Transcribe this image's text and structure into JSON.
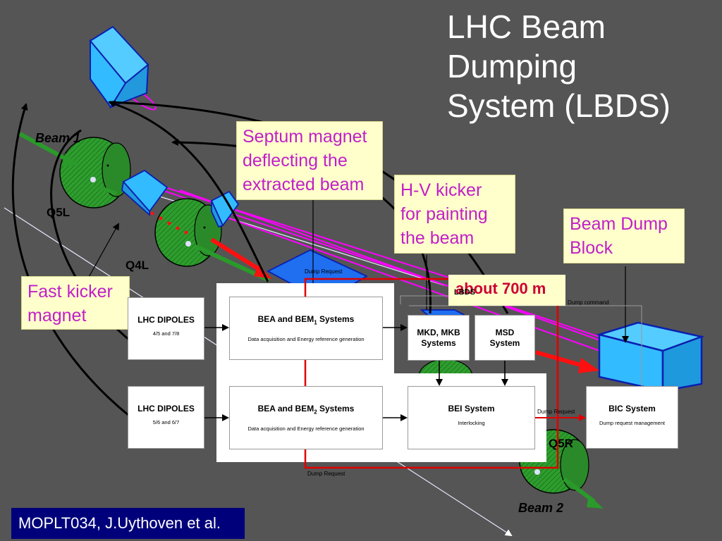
{
  "title": "LHC Beam\nDumping\nSystem (LBDS)",
  "callouts": {
    "septum": "Septum magnet\ndeflecting the\nextracted beam",
    "hv_kicker": "H-V kicker\nfor painting\nthe beam",
    "dump_block": "Beam Dump\nBlock",
    "fast_kicker": "Fast kicker\nmagnet",
    "distance": "about 700 m"
  },
  "magnets": {
    "q5l": "Q5L",
    "q4l": "Q4L",
    "q5r": "Q5R",
    "beam1": "Beam 1",
    "beam2": "Beam 2"
  },
  "diagram": {
    "lbds_label": "LBDS",
    "dump_request_top": "Dump Request",
    "dump_command": "Dump command",
    "dump_request_mid": "Dump Request",
    "dump_request_bottom": "Dump Request",
    "dipoles_1": {
      "title": "LHC DIPOLES",
      "sub": "4/5 and 7/8"
    },
    "dipoles_2": {
      "title": "LHC DIPOLES",
      "sub": "5/6 and 6/7"
    },
    "bea1": {
      "title": "BEA and BEM",
      "subscript": "1",
      "title_suffix": " Systems",
      "sub": "Data acquisition and Energy reference generation"
    },
    "bea2": {
      "title": "BEA and BEM",
      "subscript": "2",
      "title_suffix": " Systems",
      "sub": "Data acquisition and Energy reference generation"
    },
    "mkd": {
      "line1": "MKD, MKB",
      "line2": "Systems"
    },
    "msd": {
      "line1": "MSD",
      "line2": "System"
    },
    "bei": {
      "title": "BEI System",
      "sub": "Interlocking"
    },
    "bic": {
      "title": "BIC System",
      "sub": "Dump request management"
    }
  },
  "footer": {
    "credit": "MOPLT034, J.Uythoven et al."
  },
  "colors": {
    "background": "#555555",
    "callout_fill": "#ffffcc",
    "callout_text": "#c020c8",
    "beam_line": "#ff00ff",
    "dump_line": "#e00000",
    "magnet_box": "#33bbff",
    "quad_green": "#2e9e2e",
    "credit_fill": "#00007a"
  }
}
